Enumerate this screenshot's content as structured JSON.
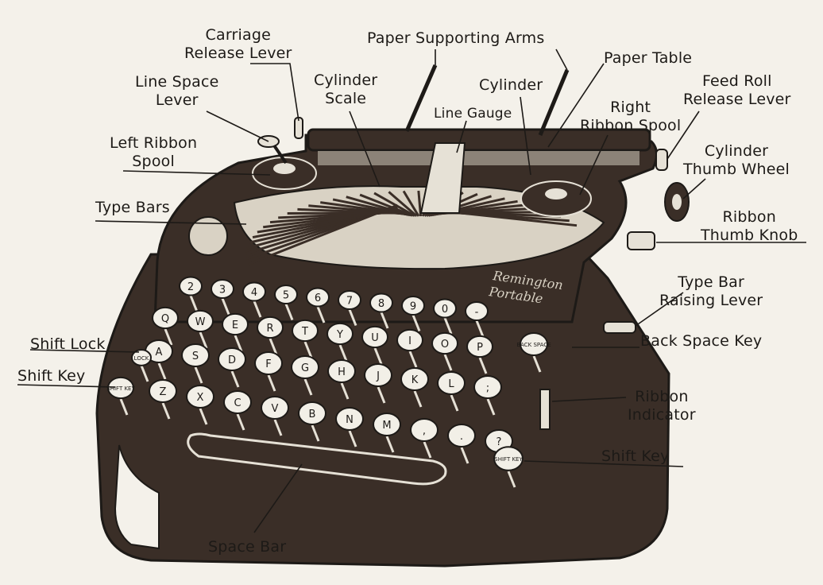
{
  "labels": {
    "carriage_release_lever": [
      "Carriage",
      "Release Lever"
    ],
    "paper_supporting_arms": "Paper Supporting Arms",
    "paper_table": "Paper Table",
    "line_space_lever": [
      "Line Space",
      "Lever"
    ],
    "cylinder_scale": [
      "Cylinder",
      "Scale"
    ],
    "cylinder": "Cylinder",
    "line_gauge": "Line Gauge",
    "right_ribbon_spool": [
      "Right",
      "Ribbon Spool"
    ],
    "feed_roll_release_lever": [
      "Feed Roll",
      "Release Lever"
    ],
    "left_ribbon_spool": [
      "Left Ribbon",
      "Spool"
    ],
    "cylinder_thumb_wheel": [
      "Cylinder",
      "Thumb Wheel"
    ],
    "type_bars": "Type Bars",
    "ribbon_thumb_knob": [
      "Ribbon",
      "Thumb Knob"
    ],
    "type_bar_raising_lever": [
      "Type Bar",
      "Raising Lever"
    ],
    "shift_lock": "Shift Lock",
    "back_space_key": "Back Space Key",
    "shift_key_left": "Shift Key",
    "ribbon_indicator": [
      "Ribbon",
      "Indicator"
    ],
    "shift_key_right": "Shift Key",
    "space_bar": "Space Bar"
  },
  "brand": [
    "Remington",
    "Portable"
  ],
  "keyboard": {
    "row1": [
      "2",
      "3",
      "4",
      "5",
      "6",
      "7",
      "8",
      "9",
      "0",
      "-"
    ],
    "row2": [
      "Q",
      "W",
      "E",
      "R",
      "T",
      "Y",
      "U",
      "I",
      "O",
      "P"
    ],
    "row3": [
      "A",
      "S",
      "D",
      "F",
      "G",
      "H",
      "J",
      "K",
      "L",
      ";"
    ],
    "row4": [
      "Z",
      "X",
      "C",
      "V",
      "B",
      "N",
      "M",
      ",",
      ".",
      "?"
    ],
    "shift_lock_key": "LOCK",
    "back_space_key": "BACK SPACE",
    "shift_key": "SHIFT KEY"
  },
  "colors": {
    "body": "#3a2e27",
    "paper": "#f4f1ea",
    "ink": "#1d1a17",
    "key_face": "#f2efe7"
  }
}
